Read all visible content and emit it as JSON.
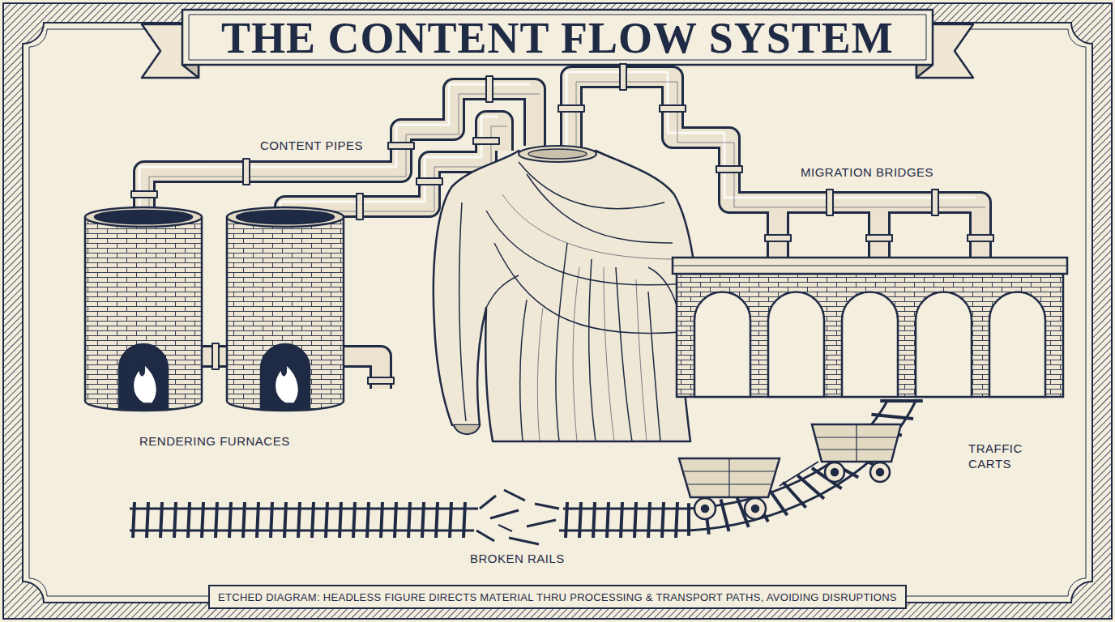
{
  "diagram": {
    "title": "THE CONTENT FLOW SYSTEM",
    "caption": "ETCHED DIAGRAM: HEADLESS FIGURE DIRECTS MATERIAL THRU PROCESSING & TRANSPORT PATHS, AVOIDING DISRUPTIONS",
    "labels": [
      "CONTENT PIPES",
      "MIGRATION BRIDGES",
      "RENDERING FURNACES",
      "TRAFFIC CARTS",
      "BROKEN RAILS"
    ]
  }
}
